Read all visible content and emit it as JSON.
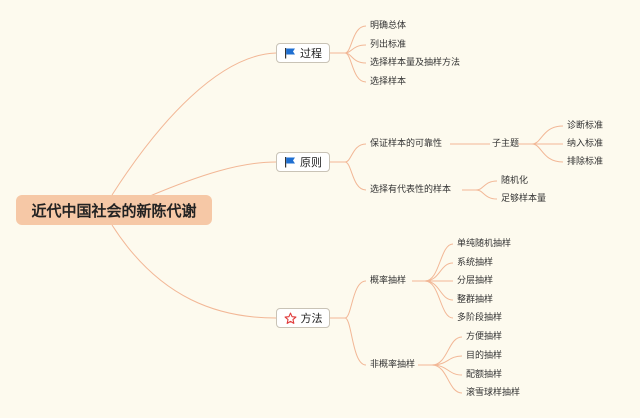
{
  "central": "近代中国社会的新陈代谢",
  "branches": {
    "process": {
      "label": "过程",
      "icon": "flag-icon",
      "items": [
        "明确总体",
        "列出标准",
        "选择样本量及抽样方法",
        "选择样本"
      ]
    },
    "principle": {
      "label": "原则",
      "icon": "flag-icon",
      "items": [
        {
          "label": "保证样本的可靠性",
          "sub": {
            "label": "子主题",
            "items": [
              "诊断标准",
              "纳入标准",
              "排除标准"
            ]
          }
        },
        {
          "label": "选择有代表性的样本",
          "items": [
            "随机化",
            "足够样本量"
          ]
        }
      ]
    },
    "method": {
      "label": "方法",
      "icon": "star-icon",
      "items": [
        {
          "label": "概率抽样",
          "items": [
            "单纯随机抽样",
            "系统抽样",
            "分层抽样",
            "整群抽样",
            "多阶段抽样"
          ]
        },
        {
          "label": "非概率抽样",
          "items": [
            "方便抽样",
            "目的抽样",
            "配额抽样",
            "滚雪球样抽样"
          ]
        }
      ]
    }
  },
  "colors": {
    "background": "#fdfaee",
    "central_fill": "#f6c8a6",
    "connector": "#f2b796",
    "flag": "#1f6fd1",
    "star": "#e03a3a"
  }
}
